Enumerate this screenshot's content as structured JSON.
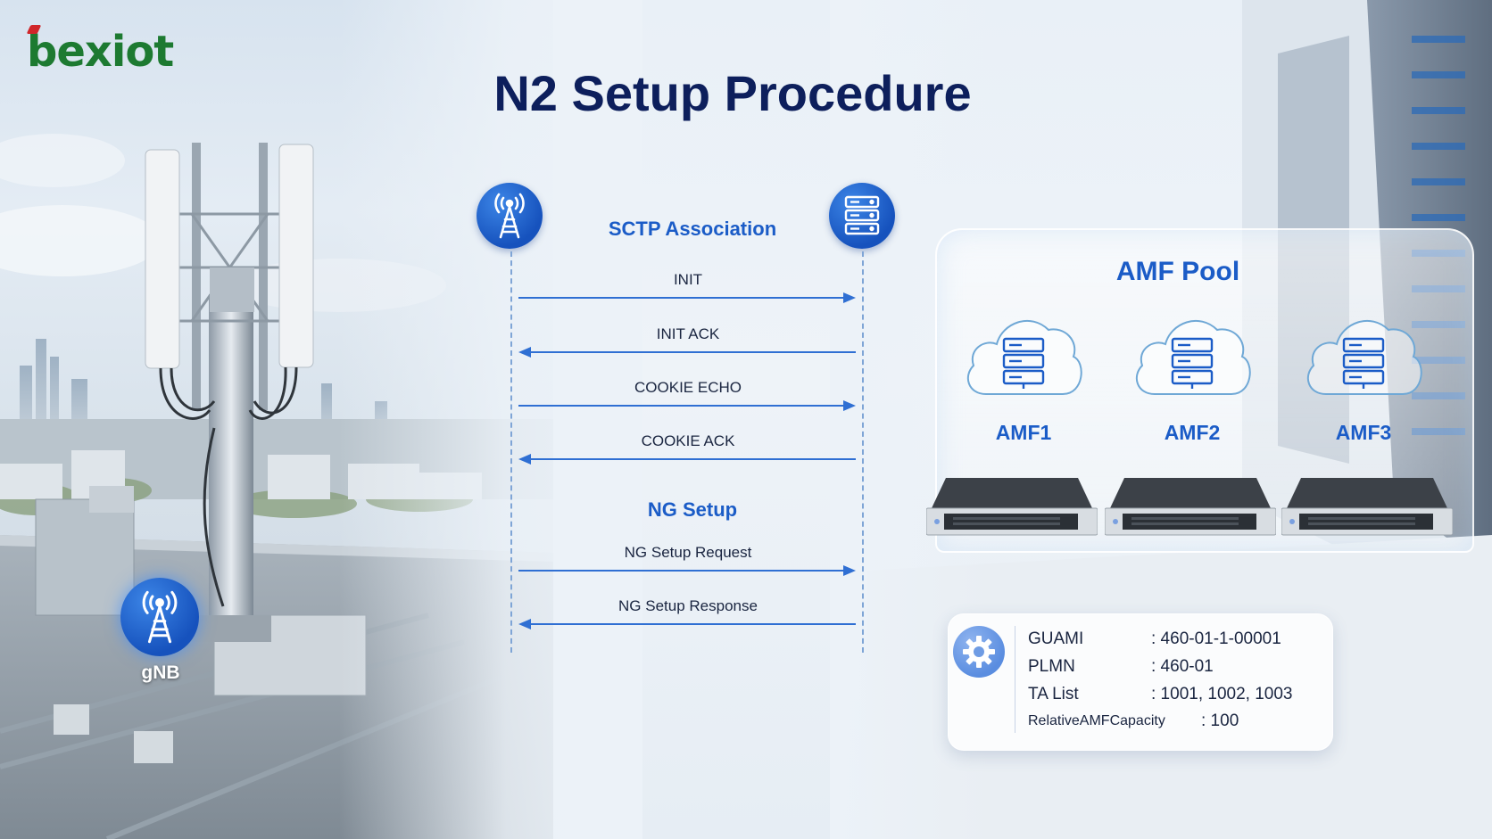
{
  "logo": {
    "text": "bexiot",
    "brand_color": "#1d7a31",
    "accent_color": "#d0262a"
  },
  "title": "N2 Setup Procedure",
  "sequence": {
    "left_node_icon": "cell-tower-icon",
    "right_node_icon": "server-icon",
    "sections": [
      {
        "label": "SCTP Association",
        "messages": [
          {
            "label": "INIT",
            "direction": "right"
          },
          {
            "label": "INIT ACK",
            "direction": "left"
          },
          {
            "label": "COOKIE ECHO",
            "direction": "right"
          },
          {
            "label": "COOKIE ACK",
            "direction": "left"
          }
        ]
      },
      {
        "label": "NG Setup",
        "messages": [
          {
            "label": "NG Setup Request",
            "direction": "right"
          },
          {
            "label": "NG Setup Response",
            "direction": "left"
          }
        ]
      }
    ],
    "arrow_color": "#2f6fd3"
  },
  "amf_pool": {
    "title": "AMF Pool",
    "members": [
      "AMF1",
      "AMF2",
      "AMF3"
    ]
  },
  "info": {
    "icon": "gear-icon",
    "rows": [
      {
        "key": "GUAMI",
        "value": ": 460-01-1-00001"
      },
      {
        "key": "PLMN",
        "value": ": 460-01"
      },
      {
        "key": "TA List",
        "value": ": 1001, 1002, 1003"
      },
      {
        "key": "RelativeAMFCapacity",
        "value": ": 100"
      }
    ]
  },
  "gnb": {
    "label": "gNB",
    "icon": "cell-tower-icon"
  },
  "colors": {
    "primary_blue": "#1b5cc7",
    "title_navy": "#0d1f5c"
  }
}
